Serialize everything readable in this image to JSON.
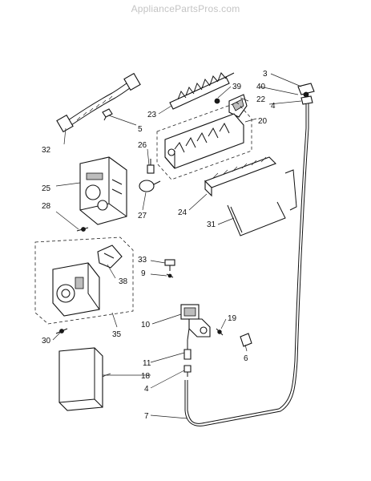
{
  "watermark": "AppliancePartsPros.com",
  "callouts": [
    {
      "id": "c3",
      "text": "3"
    },
    {
      "id": "c39",
      "text": "39"
    },
    {
      "id": "c40",
      "text": "40"
    },
    {
      "id": "c22",
      "text": "22"
    },
    {
      "id": "c4a",
      "text": "4"
    },
    {
      "id": "c23",
      "text": "23"
    },
    {
      "id": "c20",
      "text": "20"
    },
    {
      "id": "c5",
      "text": "5"
    },
    {
      "id": "c32",
      "text": "32"
    },
    {
      "id": "c26",
      "text": "26"
    },
    {
      "id": "c25",
      "text": "25"
    },
    {
      "id": "c27",
      "text": "27"
    },
    {
      "id": "c28",
      "text": "28"
    },
    {
      "id": "c24",
      "text": "24"
    },
    {
      "id": "c31",
      "text": "31"
    },
    {
      "id": "c33",
      "text": "33"
    },
    {
      "id": "c9",
      "text": "9"
    },
    {
      "id": "c38",
      "text": "38"
    },
    {
      "id": "c10",
      "text": "10"
    },
    {
      "id": "c19",
      "text": "19"
    },
    {
      "id": "c30",
      "text": "30"
    },
    {
      "id": "c35",
      "text": "35"
    },
    {
      "id": "c6",
      "text": "6"
    },
    {
      "id": "c11",
      "text": "11"
    },
    {
      "id": "c18",
      "text": "18"
    },
    {
      "id": "c4b",
      "text": "4"
    },
    {
      "id": "c7",
      "text": "7"
    }
  ]
}
